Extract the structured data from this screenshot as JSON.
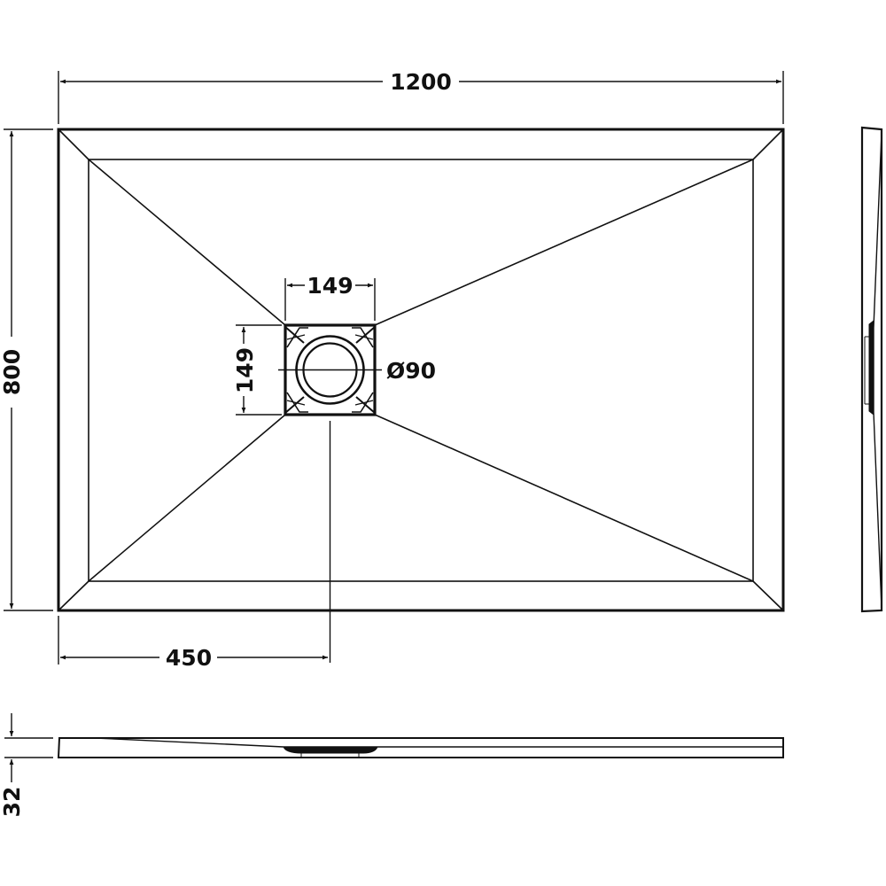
{
  "drawing": {
    "subject": "Rectangular shower tray technical drawing",
    "views": [
      "plan",
      "side-elevation",
      "front-elevation"
    ]
  },
  "dimensions": {
    "width": "1200",
    "depth": "800",
    "waste_square_width": "149",
    "waste_square_height": "149",
    "waste_diameter": "Ø90",
    "waste_offset": "450",
    "height": "32"
  },
  "colors": {
    "line": "#111111",
    "background": "#ffffff"
  }
}
